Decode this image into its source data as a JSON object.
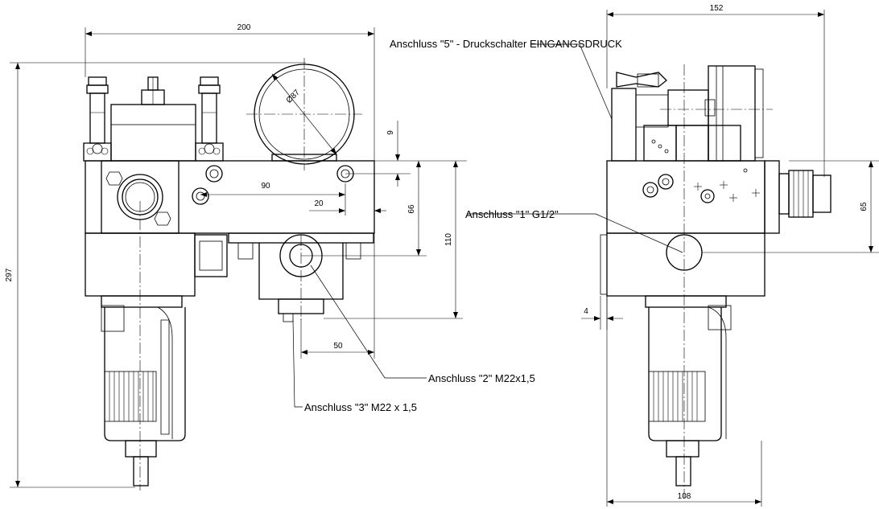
{
  "dimensions": {
    "front_width": "200",
    "front_height": "297",
    "diameter": "Ø87",
    "top_offset": "9",
    "port_spacing": "90",
    "small_offset": "20",
    "port_height": "66",
    "block_height": "110",
    "bottom_offset": "50",
    "side_width": "152",
    "side_port_height": "65",
    "wall": "4",
    "side_bottom": "108"
  },
  "callouts": {
    "port5": "Anschluss \"5\" - Druckschalter EINGANGSDRUCK",
    "port1": "Anschluss \"1\" G1/2\"",
    "port2": "Anschluss \"2\" M22x1,5",
    "port3": "Anschluss \"3\" M22 x 1,5"
  }
}
